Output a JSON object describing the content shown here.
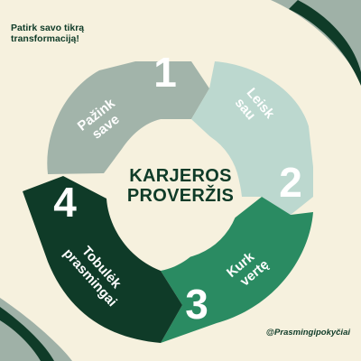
{
  "tagline": "Patirk savo tikrą transformaciją!",
  "title_line1": "KARJEROS",
  "title_line2": "PROVERŽIS",
  "handle": "@Prasmingipokyčiai",
  "steps": [
    {
      "number": "1",
      "label_line1": "Pažink",
      "label_line2": "save",
      "color": "#a2b4aa"
    },
    {
      "number": "2",
      "label_line1": "Leisk",
      "label_line2": "sau",
      "color": "#bcd8cf"
    },
    {
      "number": "3",
      "label_line1": "Kurk",
      "label_line2": "vertę",
      "color": "#2a8b62"
    },
    {
      "number": "4",
      "label_line1": "Tobulėk",
      "label_line2": "prasmingai",
      "color": "#0f3b28"
    }
  ],
  "colors": {
    "background": "#f6f1de",
    "dark_green": "#0f3b28",
    "white": "#ffffff"
  }
}
